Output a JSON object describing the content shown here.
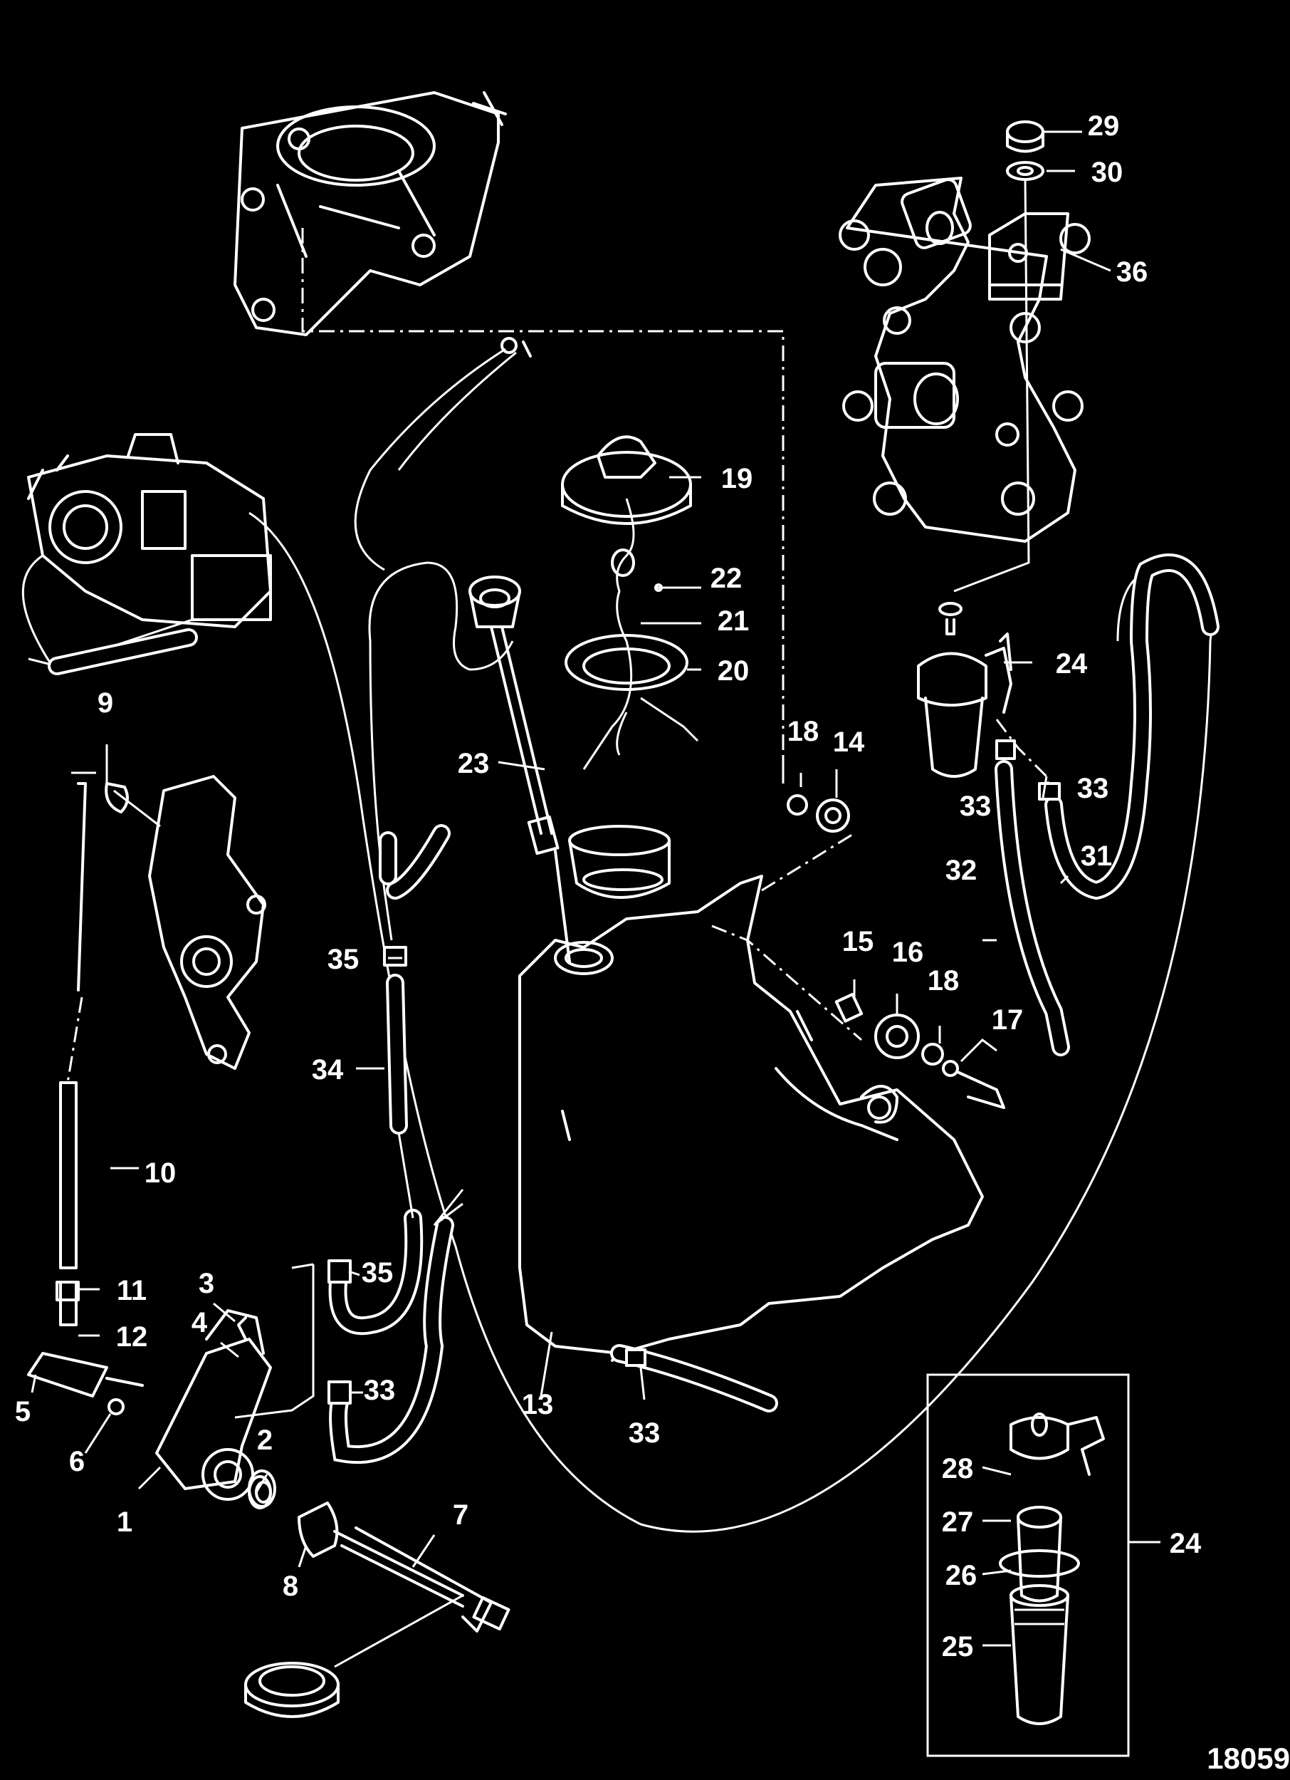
{
  "figure_number": "18059",
  "callouts": [
    {
      "id": "c1",
      "text": "1"
    },
    {
      "id": "c2",
      "text": "2"
    },
    {
      "id": "c3",
      "text": "3"
    },
    {
      "id": "c4",
      "text": "4"
    },
    {
      "id": "c5",
      "text": "5"
    },
    {
      "id": "c6",
      "text": "6"
    },
    {
      "id": "c7",
      "text": "7"
    },
    {
      "id": "c8",
      "text": "8"
    },
    {
      "id": "c9",
      "text": "9"
    },
    {
      "id": "c10",
      "text": "10"
    },
    {
      "id": "c11",
      "text": "11"
    },
    {
      "id": "c12",
      "text": "12"
    },
    {
      "id": "c13",
      "text": "13"
    },
    {
      "id": "c14",
      "text": "14"
    },
    {
      "id": "c15",
      "text": "15"
    },
    {
      "id": "c16",
      "text": "16"
    },
    {
      "id": "c17",
      "text": "17"
    },
    {
      "id": "c18a",
      "text": "18"
    },
    {
      "id": "c18b",
      "text": "18"
    },
    {
      "id": "c19",
      "text": "19"
    },
    {
      "id": "c20",
      "text": "20"
    },
    {
      "id": "c21",
      "text": "21"
    },
    {
      "id": "c22",
      "text": "22"
    },
    {
      "id": "c23",
      "text": "23"
    },
    {
      "id": "c24a",
      "text": "24"
    },
    {
      "id": "c24b",
      "text": "24"
    },
    {
      "id": "c25",
      "text": "25"
    },
    {
      "id": "c26",
      "text": "26"
    },
    {
      "id": "c27",
      "text": "27"
    },
    {
      "id": "c28",
      "text": "28"
    },
    {
      "id": "c29",
      "text": "29"
    },
    {
      "id": "c30",
      "text": "30"
    },
    {
      "id": "c31",
      "text": "31"
    },
    {
      "id": "c32",
      "text": "32"
    },
    {
      "id": "c33a",
      "text": "33"
    },
    {
      "id": "c33b",
      "text": "33"
    },
    {
      "id": "c33c",
      "text": "33"
    },
    {
      "id": "c33d",
      "text": "33"
    },
    {
      "id": "c34",
      "text": "34"
    },
    {
      "id": "c35a",
      "text": "35"
    },
    {
      "id": "c35b",
      "text": "35"
    },
    {
      "id": "c36",
      "text": "36"
    }
  ],
  "colors": {
    "background": "#000000",
    "line": "#ffffff"
  }
}
